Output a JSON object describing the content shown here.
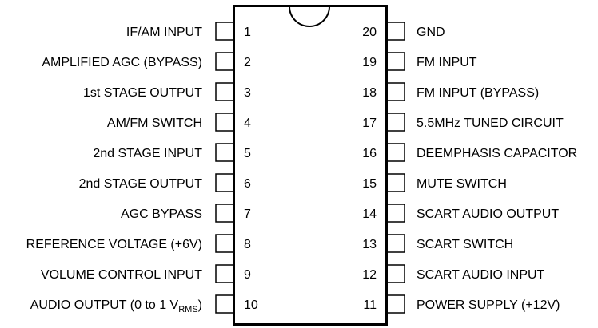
{
  "left_pins": [
    {
      "number": "1",
      "label": "IF/AM INPUT"
    },
    {
      "number": "2",
      "label": "AMPLIFIED AGC (BYPASS)"
    },
    {
      "number": "3",
      "label": "1st STAGE OUTPUT"
    },
    {
      "number": "4",
      "label": "AM/FM SWITCH"
    },
    {
      "number": "5",
      "label": "2nd STAGE INPUT"
    },
    {
      "number": "6",
      "label": "2nd STAGE OUTPUT"
    },
    {
      "number": "7",
      "label": "AGC BYPASS"
    },
    {
      "number": "8",
      "label": "REFERENCE VOLTAGE (+6V)"
    },
    {
      "number": "9",
      "label": "VOLUME CONTROL INPUT"
    },
    {
      "number": "10",
      "label": "AUDIO OUTPUT (0 to 1 V",
      "label_subscript": "RMS",
      "label_suffix": ")"
    }
  ],
  "right_pins": [
    {
      "number": "20",
      "label": "GND"
    },
    {
      "number": "19",
      "label": "FM INPUT"
    },
    {
      "number": "18",
      "label": "FM INPUT (BYPASS)"
    },
    {
      "number": "17",
      "label": "5.5MHz TUNED CIRCUIT"
    },
    {
      "number": "16",
      "label": "DEEMPHASIS CAPACITOR"
    },
    {
      "number": "15",
      "label": "MUTE SWITCH"
    },
    {
      "number": "14",
      "label": "SCART AUDIO OUTPUT"
    },
    {
      "number": "13",
      "label": "SCART SWITCH"
    },
    {
      "number": "12",
      "label": "SCART AUDIO INPUT"
    },
    {
      "number": "11",
      "label": "POWER SUPPLY (+12V)"
    }
  ]
}
